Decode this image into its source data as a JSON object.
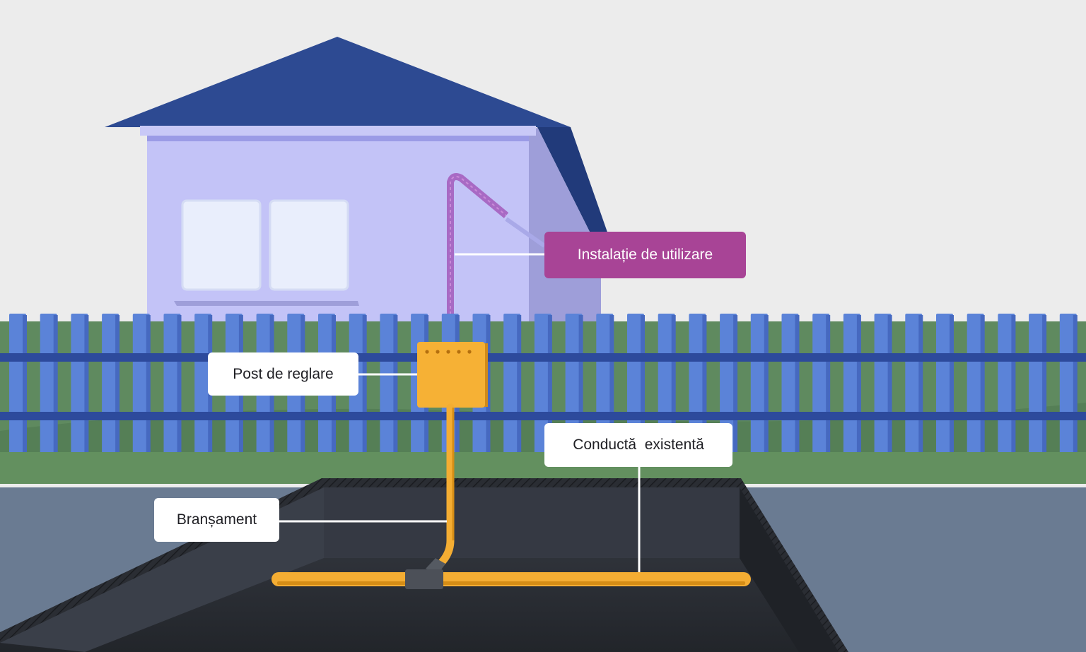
{
  "labels": {
    "instalatie": "Instalație de utilizare",
    "post": "Post de reglare",
    "bransament": "Branșament",
    "conducta": "Conductă  existentă"
  },
  "colors": {
    "background": "#ececec",
    "roof": "#2d4a92",
    "roof_side": "#213a7a",
    "house_front": "#c3c3f7",
    "house_side": "#9e9ed9",
    "window": "#e9eefc",
    "fence": "#5b83d8",
    "fence_rail": "#2d4a9c",
    "grass": "#5f8a5f",
    "ground": "#6a7b92",
    "trench": "#2b2f36",
    "pipe": "#f4ad33",
    "accent_label": "#a84496",
    "installation_line": "#a86ac4"
  }
}
